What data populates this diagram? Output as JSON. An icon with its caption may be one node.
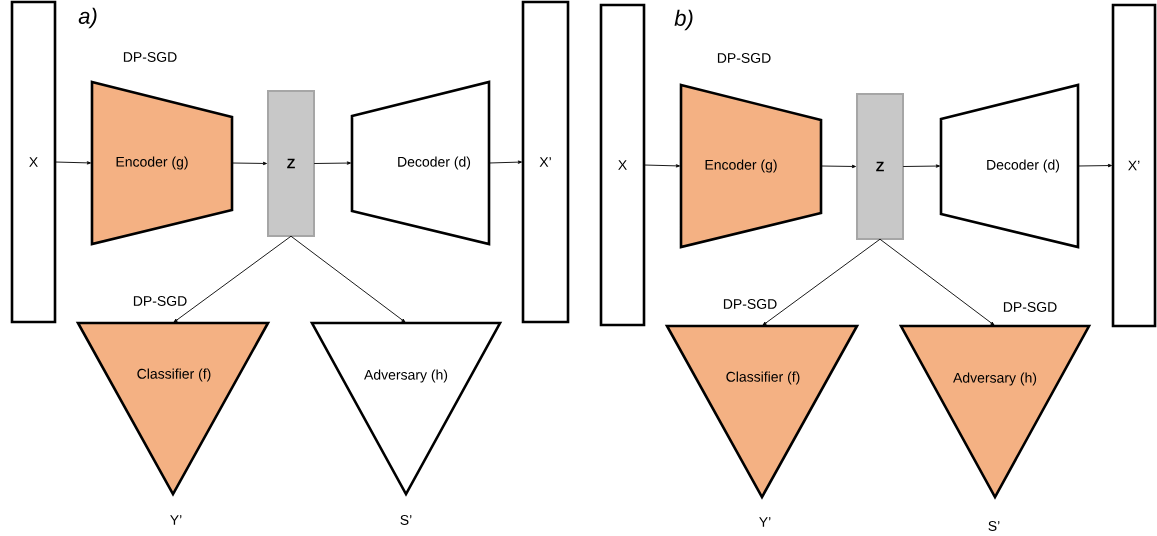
{
  "diagram": {
    "nodes": [
      {
        "text": [
          "X"
        ]
      },
      {
        "text": [
          "Encoder (g)"
        ],
        "beside": [
          "DP-SGD"
        ]
      },
      {
        "text": [
          "Z"
        ]
      },
      {
        "text": [
          "Decoder (d)"
        ]
      },
      {
        "text": [
          "X’"
        ]
      },
      {
        "text": [
          "Classifier (f)"
        ],
        "beside": [
          "DP-SGD",
          "Y’"
        ]
      },
      {
        "text": [
          "Adversary (h)"
        ],
        "beside": [
          "S’"
        ]
      },
      {
        "text": [
          "X"
        ]
      },
      {
        "text": [
          "Encoder (g)"
        ],
        "beside": [
          "DP-SGD"
        ]
      },
      {
        "text": [
          "Z"
        ]
      },
      {
        "text": [
          "Decoder (d)"
        ]
      },
      {
        "text": [
          "X’"
        ]
      },
      {
        "text": [
          "Classifier (f)"
        ],
        "beside": [
          "DP-SGD",
          "Y’"
        ]
      },
      {
        "text": [
          "Adversary (h)"
        ],
        "beside": [
          "DP-SGD",
          "S’"
        ]
      }
    ],
    "edges": [
      {
        "from": 0,
        "to": 1,
        "arrow": "to"
      },
      {
        "from": 1,
        "to": 2,
        "arrow": "to"
      },
      {
        "from": 2,
        "to": 3,
        "arrow": "to"
      },
      {
        "from": 3,
        "to": 4,
        "arrow": "to"
      },
      {
        "from": 2,
        "to": 5,
        "arrow": "to"
      },
      {
        "from": 2,
        "to": 6,
        "arrow": "to"
      },
      {
        "from": 7,
        "to": 8,
        "arrow": "to"
      },
      {
        "from": 8,
        "to": 9,
        "arrow": "to"
      },
      {
        "from": 9,
        "to": 10,
        "arrow": "to"
      },
      {
        "from": 10,
        "to": 11,
        "arrow": "to"
      },
      {
        "from": 9,
        "to": 12,
        "arrow": "to"
      },
      {
        "from": 9,
        "to": 13,
        "arrow": "to"
      }
    ],
    "labels": [
      "a)",
      "b)"
    ]
  }
}
